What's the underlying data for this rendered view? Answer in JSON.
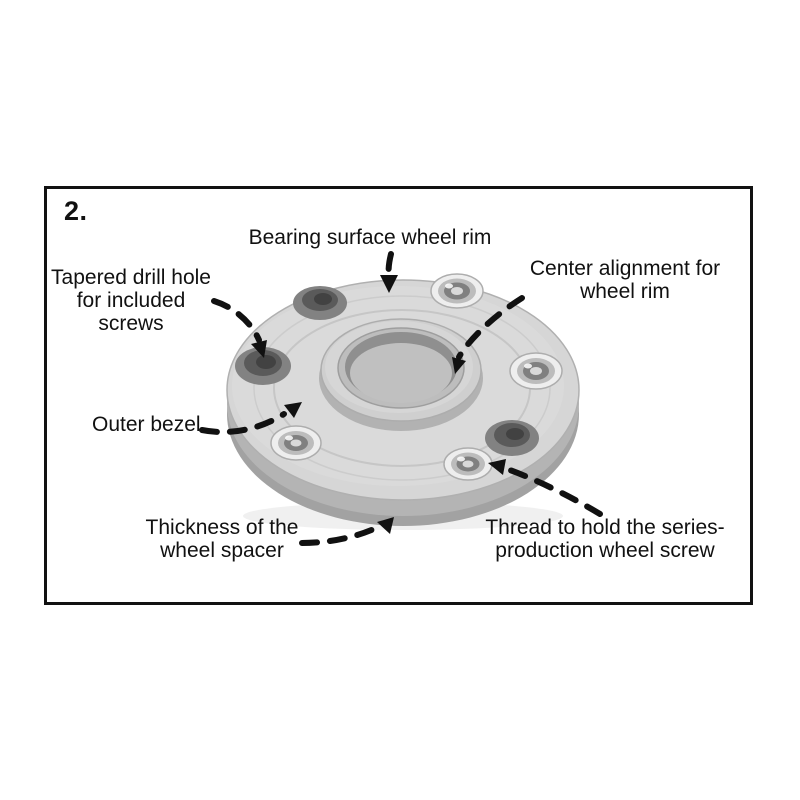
{
  "figure": {
    "step_number": "2.",
    "labels": {
      "bearing_surface": "Bearing surface wheel rim",
      "tapered_drill_hole": "Tapered drill hole\nfor included\nscrews",
      "center_alignment": "Center alignment for\nwheel rim",
      "outer_bezel": "Outer bezel",
      "thickness": "Thickness of the\nwheel spacer",
      "thread": "Thread to hold the series-\nproduction wheel screw"
    },
    "colors": {
      "frame_border": "#111111",
      "arrow": "#111111",
      "disc_top": "#d6d6d6",
      "disc_side": "#a2a2a2",
      "hub": "#cfcfcf",
      "bore": "#8f8f8f"
    },
    "icons": {
      "arrows": "dashed-arrow-icon"
    }
  }
}
